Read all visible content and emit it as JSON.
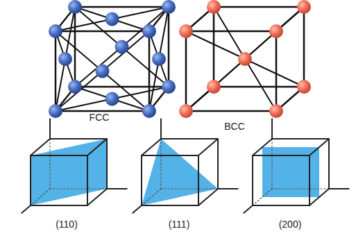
{
  "diagram": {
    "labels": [
      "FCC",
      "BCC",
      "(110)",
      "(111)",
      "(200)"
    ]
  }
}
